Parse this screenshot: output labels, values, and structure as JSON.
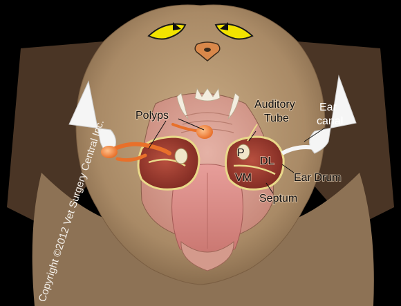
{
  "labels": {
    "polyps": "Polyps",
    "auditory_tube_line1": "Auditory",
    "auditory_tube_line2": "Tube",
    "ear_canal_line1": "Ear",
    "ear_canal_line2": "canal",
    "p": "P",
    "dl": "DL",
    "vm": "VM",
    "ear_drum": "Ear Drum",
    "septum": "Septum"
  },
  "copyright": "Copyright ©2012 Vet Surgery Central Inc.",
  "colors": {
    "background": "#000000",
    "ear_inner": "#f5f5f5",
    "ear_outer": "#4a3525",
    "skin": "#a98a66",
    "bulla_fill": "#9c3a2e",
    "bulla_outline": "#e9d98a",
    "polyp": "#e8702a",
    "eye": "#f2e300",
    "nose": "#d9884a"
  }
}
